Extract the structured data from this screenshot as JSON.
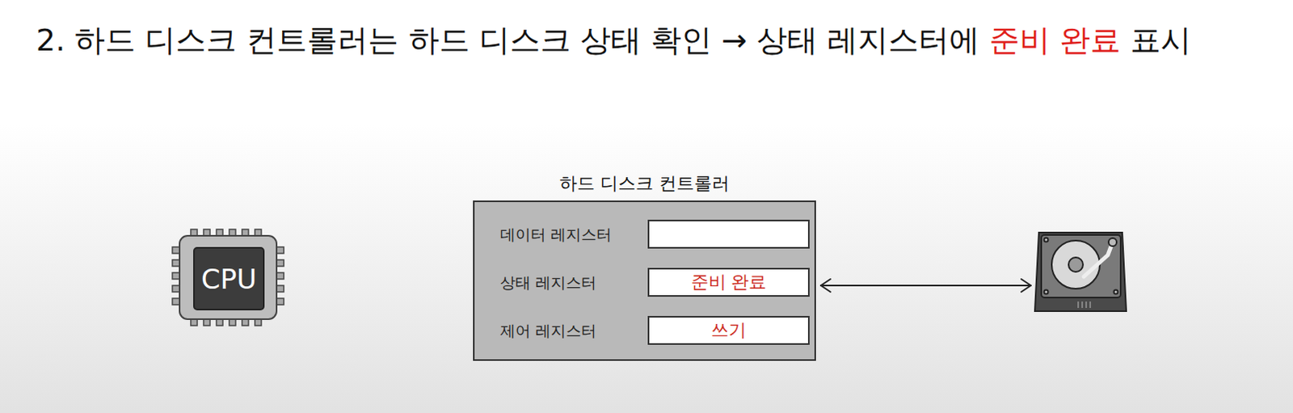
{
  "diagram": {
    "title": "2. 하드 디스크 컨트롤러는 하드 디스크 상태 확인 → 상태 레지스터에 준비 완료 표시",
    "nodes": [
      {
        "text": [
          "CPU"
        ]
      },
      {
        "text": [
          "하드 디스크 컨트롤러"
        ]
      },
      {
        "text": [
          "데이터 레지스터"
        ],
        "in": 1
      },
      {
        "text": [
          "상태 레지스터",
          "준비 완료"
        ],
        "in": 1
      },
      {
        "text": [
          "제어 레지스터",
          "쓰기"
        ],
        "in": 1
      }
    ]
  }
}
